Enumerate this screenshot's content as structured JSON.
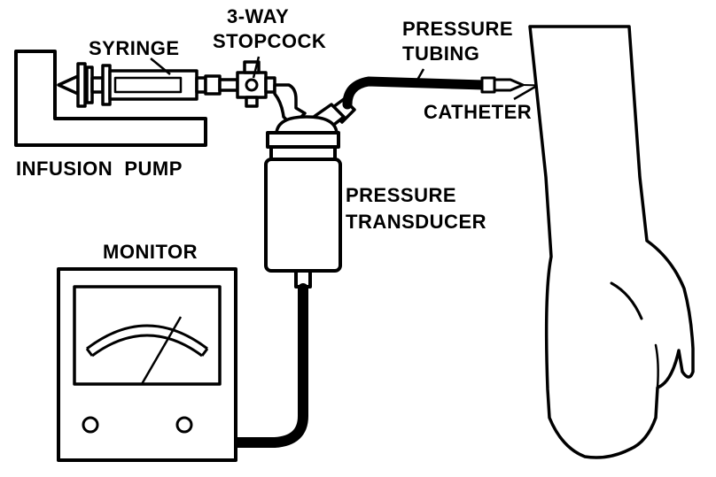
{
  "labels": {
    "syringe": "SYRINGE",
    "stopcock_line1": "3-WAY",
    "stopcock_line2": "STOPCOCK",
    "tubing_line1": "PRESSURE",
    "tubing_line2": "TUBING",
    "catheter": "CATHETER",
    "infusion_pump": "INFUSION  PUMP",
    "transducer_line1": "PRESSURE",
    "transducer_line2": "TRANSDUCER",
    "monitor": "MONITOR"
  },
  "colors": {
    "ink": "#000000",
    "paper": "#ffffff"
  }
}
